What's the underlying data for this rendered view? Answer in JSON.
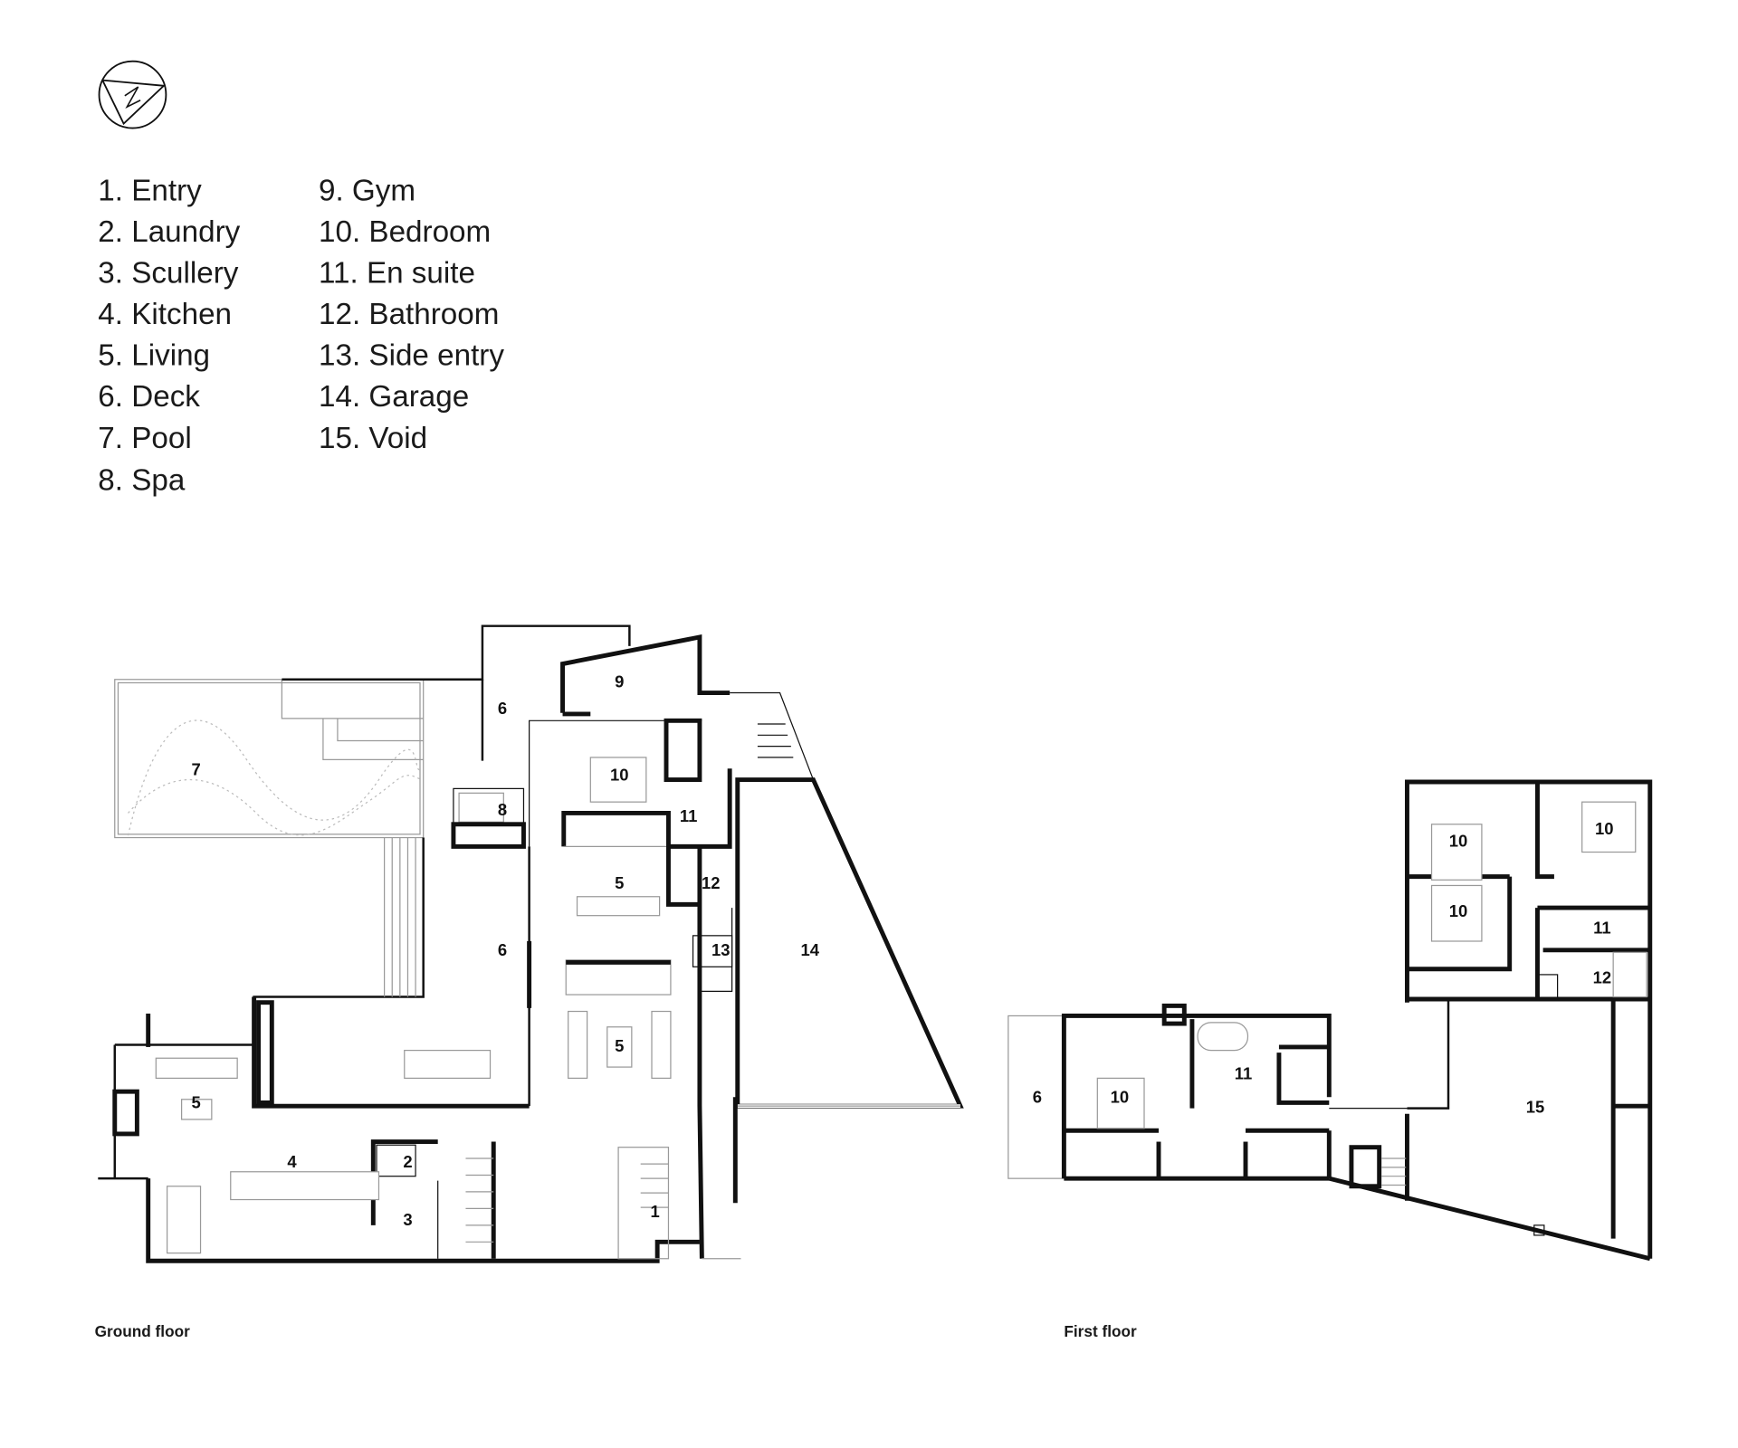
{
  "north_arrow": {
    "letter": "N"
  },
  "legend": [
    "1. Entry",
    "2. Laundry",
    "3. Scullery",
    "4. Kitchen",
    "5. Living",
    "6. Deck",
    "7. Pool",
    "8. Spa",
    "9. Gym",
    "10. Bedroom",
    "11. En suite",
    "12. Bathroom",
    "13. Side entry",
    "14. Garage",
    "15. Void"
  ],
  "ground_floor": {
    "title": "Ground floor",
    "rooms": [
      "7",
      "6",
      "9",
      "10",
      "8",
      "11",
      "5",
      "12",
      "6",
      "13",
      "14",
      "5",
      "5",
      "4",
      "2",
      "3",
      "1"
    ]
  },
  "first_floor": {
    "title": "First floor",
    "rooms": [
      "10",
      "10",
      "10",
      "11",
      "12",
      "6",
      "10",
      "11",
      "15"
    ]
  }
}
